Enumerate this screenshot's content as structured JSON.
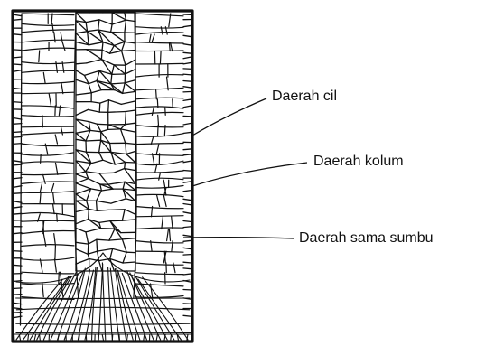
{
  "labels": {
    "chill_zone": "Daerah cil",
    "columnar_zone": "Daerah kolum",
    "equiaxed_zone": "Daerah sama sumbu"
  },
  "colors": {
    "ink": "#111111",
    "background": "#ffffff"
  }
}
